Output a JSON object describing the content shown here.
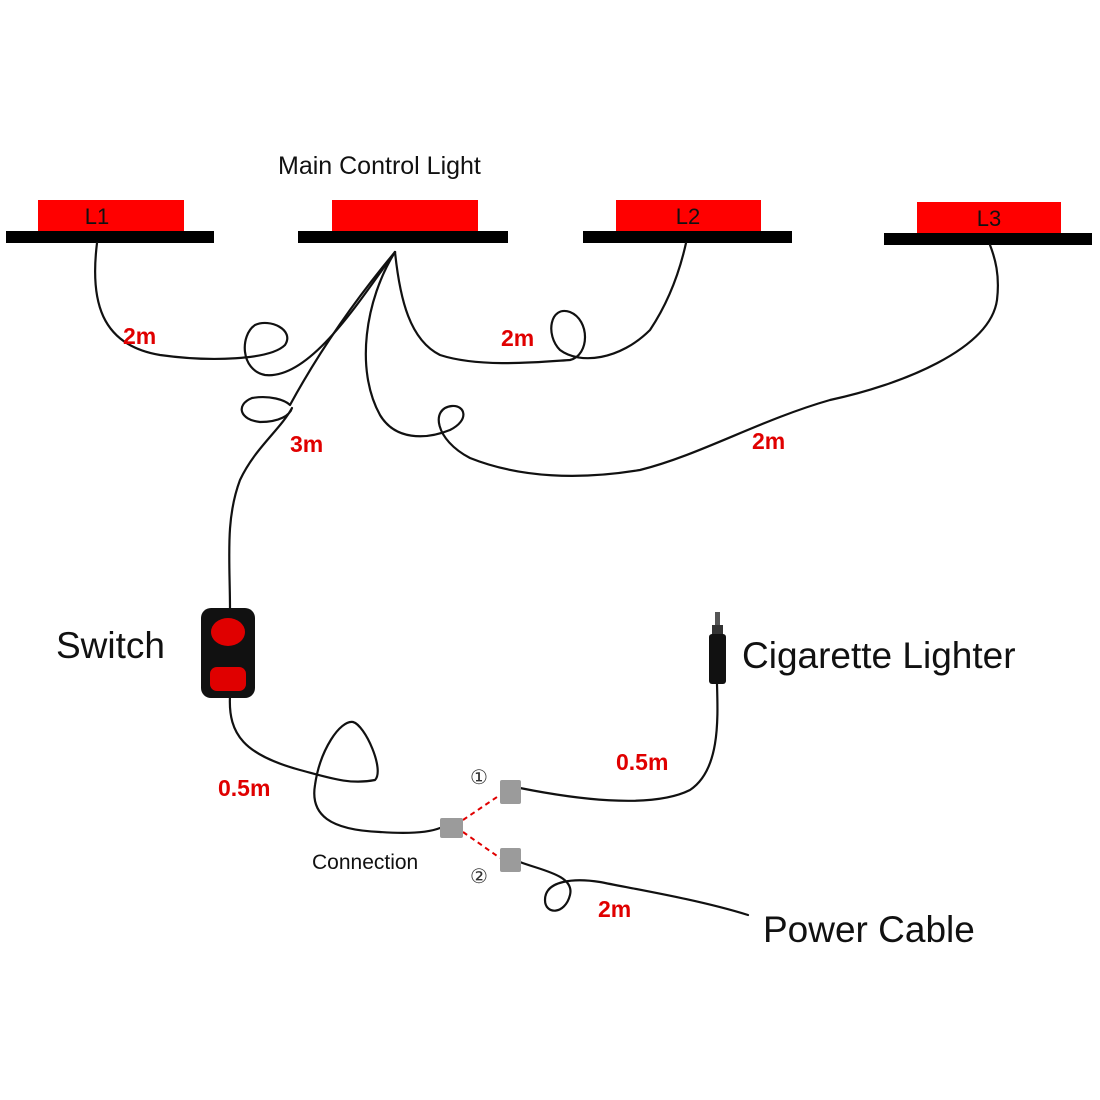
{
  "title": "Main Control Light",
  "colors": {
    "lamp": "#ff0000",
    "base": "#000000",
    "label_red": "#e00000",
    "wire": "#111111",
    "connector": "#9b9b9b",
    "dash": "#e00000"
  },
  "lamps": [
    {
      "name": "L1"
    },
    {
      "name": ""
    },
    {
      "name": "L2"
    },
    {
      "name": "L3"
    }
  ],
  "cable_lengths": {
    "l1": "2m",
    "l2": "2m",
    "l3": "2m",
    "switch_main": "3m",
    "switch_connection": "0.5m",
    "lighter": "0.5m",
    "power": "2m"
  },
  "components": {
    "switch": "Switch",
    "cigarette_lighter": "Cigarette Lighter",
    "connection": "Connection",
    "power_cable": "Power Cable",
    "port_1": "①",
    "port_2": "②"
  }
}
